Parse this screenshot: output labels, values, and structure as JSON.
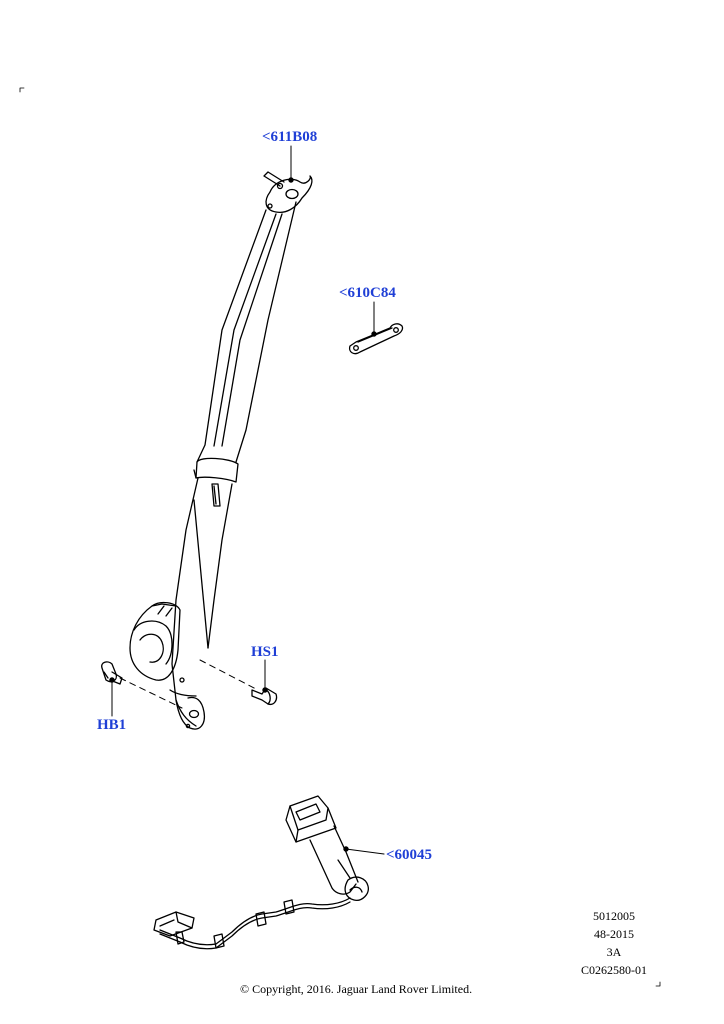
{
  "diagram": {
    "callouts": {
      "upper_anchor": "<611B08",
      "bracket": "<610C84",
      "bolt_hs": "HS1",
      "bolt_hb": "HB1",
      "buckle": "<60045"
    },
    "reference": {
      "line1": "5012005",
      "line2": "48-2015",
      "line3": "3A",
      "line4": "C0262580-01"
    },
    "copyright": "© Copyright, 2016. Jaguar Land Rover Limited.",
    "colors": {
      "callout_text": "#1f3fd6",
      "line": "#000000"
    }
  }
}
